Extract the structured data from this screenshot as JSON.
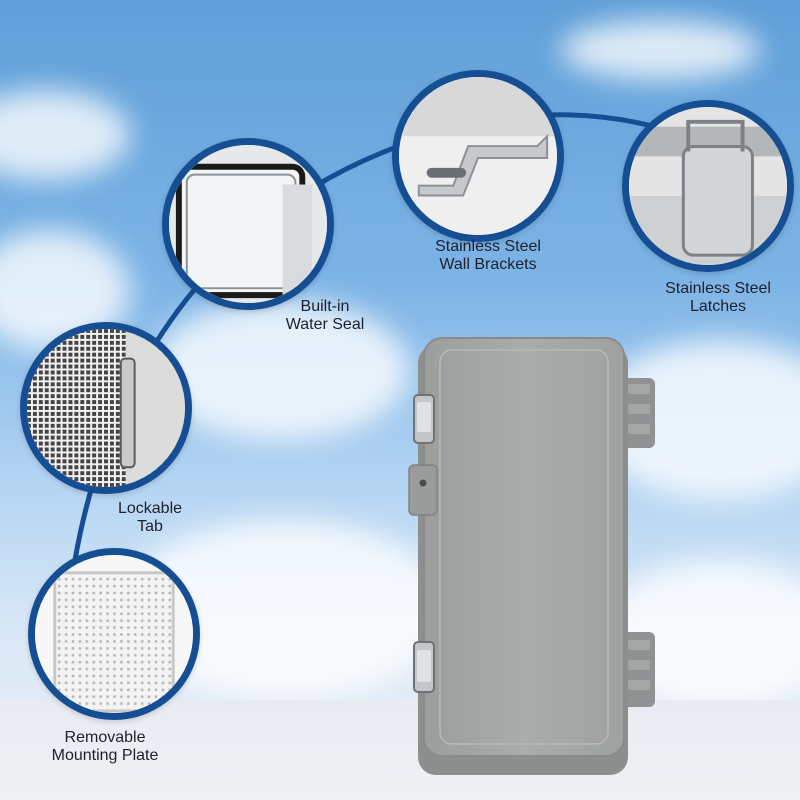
{
  "features": [
    {
      "line1": "Built-in",
      "line2": "Water Seal"
    },
    {
      "line1": "Stainless Steel",
      "line2": "Wall Brackets"
    },
    {
      "line1": "Stainless Steel",
      "line2": "Latches"
    },
    {
      "line1": "Lockable",
      "line2": "Tab"
    },
    {
      "line1": "Removable",
      "line2": "Mounting Plate"
    }
  ],
  "colors": {
    "arc": "#164e93",
    "enclosure": "#a7a9a8",
    "sky": "#7db4e6"
  }
}
